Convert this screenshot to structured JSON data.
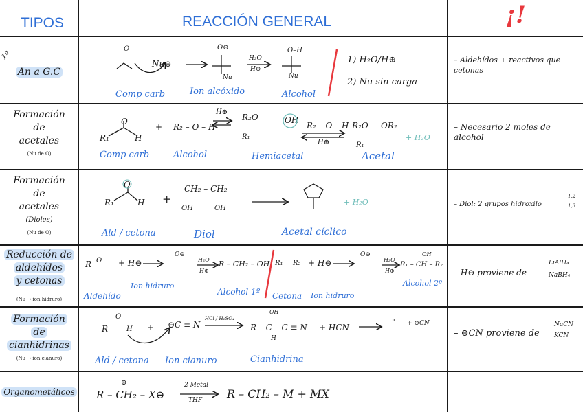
{
  "header": {
    "tipos": "TIPOS",
    "reaccion": "REACCIÓN GENERAL",
    "alert": "¡!"
  },
  "rows": [
    {
      "type_lines": [
        "An a G.C"
      ],
      "side_mark": "1º",
      "reaction": [
        "O",
        "Nu⊖",
        "O⊖",
        "H₂O",
        "H⊕",
        "O–H",
        "Nu"
      ],
      "labels": [
        "Comp carb",
        "Ion alcóxido",
        "Alcohol"
      ],
      "extra": [
        "1) H₂O/H⊕",
        "2) Nu sin carga"
      ],
      "note": "– Aldehídos + reactivos que cetonas"
    },
    {
      "type_lines": [
        "Formación",
        "de",
        "acetales"
      ],
      "type_small": "(Nu de O)",
      "reaction": [
        "R₁",
        "O",
        "H",
        "+",
        "R₂ – O – H",
        "H⊕",
        "R₂O",
        "OH",
        "R₂ – O – H",
        "H⊕",
        "R₂O",
        "OR₂",
        "+ H₂O"
      ],
      "labels": [
        "Comp carb",
        "Alcohol",
        "Hemiacetal",
        "Acetal"
      ],
      "note": "– Necesario 2 moles de alcohol"
    },
    {
      "type_lines": [
        "Formación",
        "de",
        "acetales",
        "(Dioles)"
      ],
      "type_small": "(Nu de O)",
      "reaction": [
        "R₁",
        "O",
        "H",
        "+",
        "CH₂ – CH₂",
        "OH",
        "OH",
        "+ H₂O"
      ],
      "labels": [
        "Ald / cetona",
        "Diol",
        "Acetal cíclico"
      ],
      "note": "– Diol: 2 grupos hidroxilo",
      "note_sub": [
        "1,2",
        "1,3"
      ]
    },
    {
      "type_lines": [
        "Reducción de",
        "aldehídos",
        "y cetonas"
      ],
      "type_small": "(Nu → ion hidruro)",
      "reaction": [
        "R",
        "O",
        "+ H⊖",
        "O⊖",
        "H₂O",
        "H⊕",
        "R – CH₂ – OH",
        "R₁",
        "R₂",
        "+ H⊖",
        "O⊖",
        "H₂O",
        "H⊕",
        "R₁ – CH – R₂",
        "OH"
      ],
      "labels": [
        "Aldehído",
        "Ion hidruro",
        "Alcohol 1º",
        "Cetona",
        "Ion hidruro",
        "Alcohol 2º"
      ],
      "note": "– H⊖ proviene de",
      "note_sub": [
        "LiAlH₄",
        "NaBH₄"
      ]
    },
    {
      "type_lines": [
        "Formación",
        "de",
        "cianhidrinas"
      ],
      "type_small": "(Nu → ion cianuro)",
      "reaction": [
        "R",
        "O",
        "H",
        "+",
        "⊖C ≡ N",
        "HCl / H₂SO₄",
        "R – C – C ≡ N",
        "OH",
        "H",
        "+ HCN",
        "\"",
        "+ ⊖CN"
      ],
      "labels": [
        "Ald / cetona",
        "Ion cianuro",
        "Cianhidrina"
      ],
      "note": "– ⊖CN proviene de",
      "note_sub": [
        "NaCN",
        "KCN"
      ]
    },
    {
      "type_lines": [
        "Organometálicos"
      ],
      "reaction": [
        "R – CH₂ – X⊖",
        "⊕",
        "2 Metal",
        "THF",
        "R – CH₂ – M + MX"
      ]
    }
  ]
}
